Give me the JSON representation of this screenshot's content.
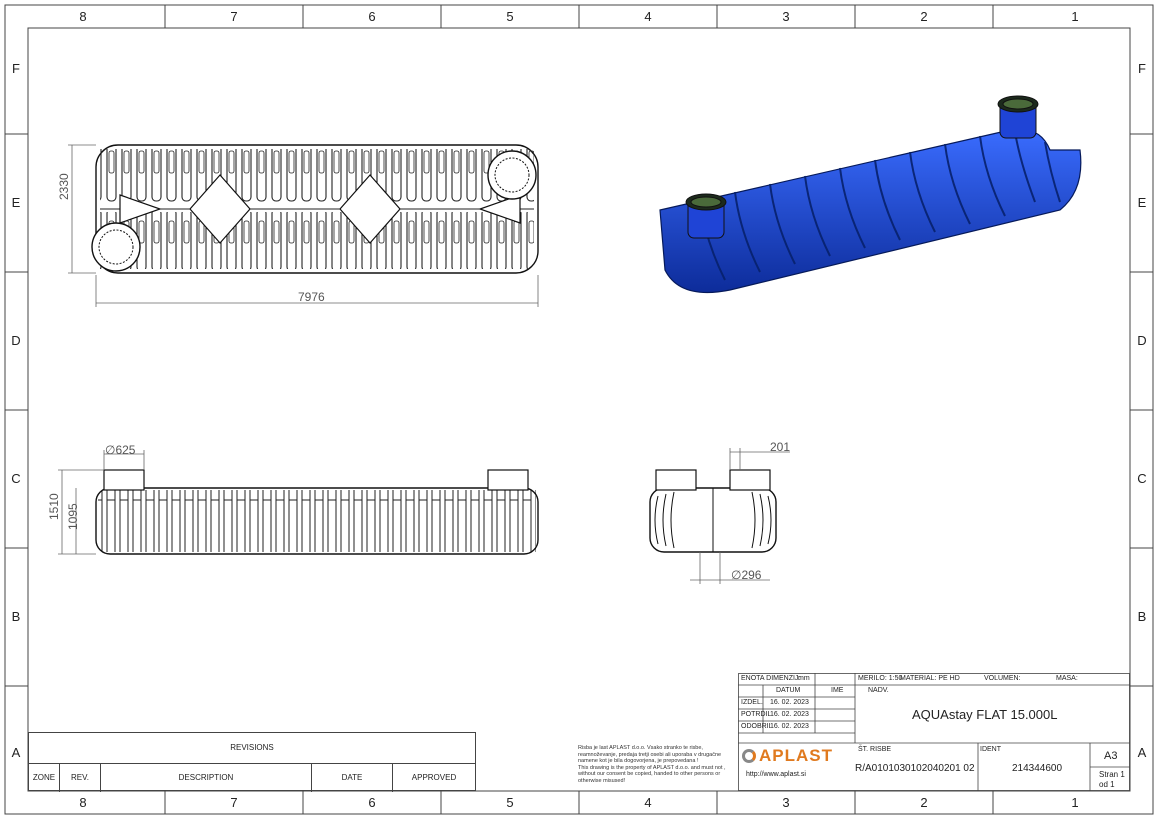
{
  "frame": {
    "columns": [
      "8",
      "7",
      "6",
      "5",
      "4",
      "3",
      "2",
      "1"
    ],
    "rows": [
      "F",
      "E",
      "D",
      "C",
      "B",
      "A"
    ]
  },
  "dimensions": {
    "top_width": "7976",
    "top_height": "2330",
    "side_height_total": "1510",
    "side_height_body": "1095",
    "manhole_diameter": "∅625",
    "end_offset": "201",
    "pipe_diameter": "∅296"
  },
  "revisions": {
    "title": "REVISIONS",
    "columns": [
      "ZONE",
      "REV.",
      "DESCRIPTION",
      "DATE",
      "APPROVED"
    ]
  },
  "legal": {
    "slovenian": "Risba je last APLAST d.o.o. Vsako stranko te risbe, reamnoževanje, predaja tretji osebi ali uporaba v drugačne namene kot je bila dogovorjena, je prepovedana !",
    "english": "This drawing is the property of APLAST d.o.o. and must not , without our consent be copied, handed to other persons or otherwise misused!"
  },
  "company": {
    "logo_text": "APLAST",
    "url": "http://www.aplast.si"
  },
  "title_block": {
    "enota_label": "ENOTA DIMENZIJ:",
    "enota_value": "mm",
    "merilo": "MERILO: 1:50",
    "material": "MATERIAL: PE HD",
    "volumen": "VOLUMEN:",
    "masa": "MASA:",
    "datum": "DATUM",
    "ime": "IME",
    "nadv": "NADV.",
    "rows": [
      {
        "label": "IZDEL.",
        "date": "16. 02. 2023"
      },
      {
        "label": "POTRDIL",
        "date": "16. 02. 2023"
      },
      {
        "label": "ODOBRIL",
        "date": "16. 02. 2023"
      }
    ],
    "title": "AQUAstay FLAT 15.000L",
    "st_risbe_label": "ŠT. RISBE",
    "st_risbe_value": "R/A0101030102040201 02",
    "ident_label": "IDENT",
    "ident_value": "214344600",
    "format": "A3",
    "sheet_line1": "Stran 1",
    "sheet_line2": "od 1"
  }
}
